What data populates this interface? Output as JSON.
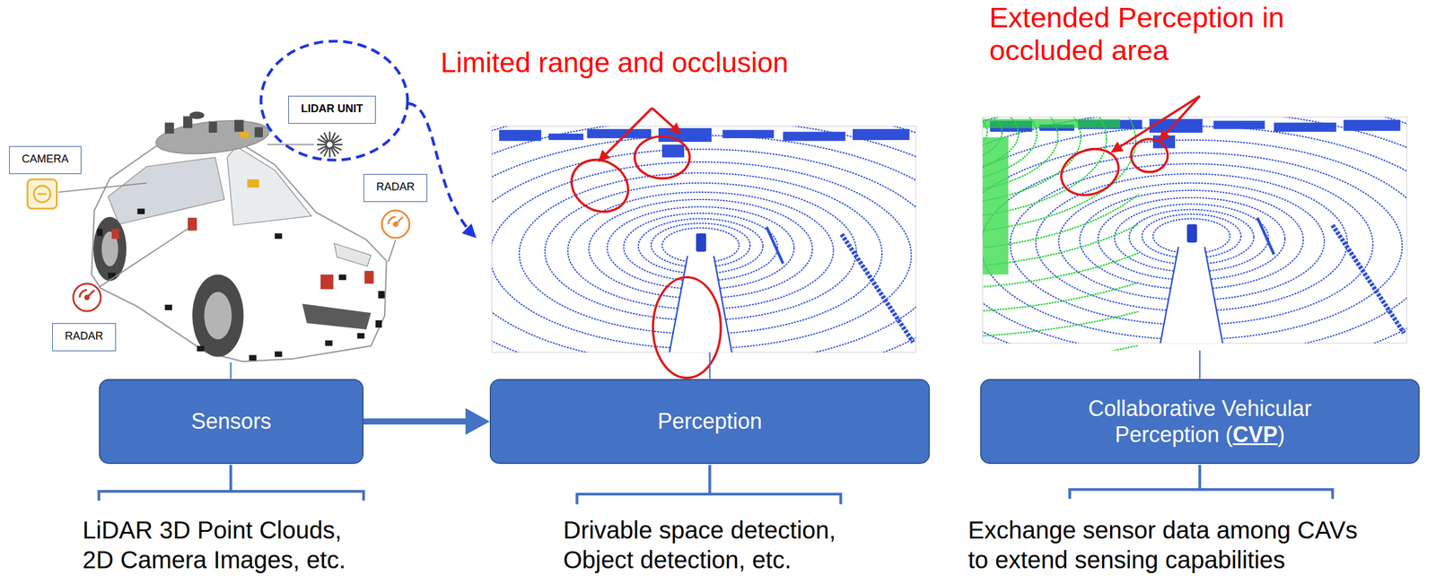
{
  "diagram": {
    "nodes": [
      {
        "text": [
          "LIDAR UNIT"
        ]
      },
      {
        "text": [
          "CAMERA"
        ]
      },
      {
        "text": [
          "RADAR"
        ]
      },
      {
        "text": [
          "RADAR"
        ]
      },
      {
        "text": [
          "Sensors"
        ]
      },
      {
        "text": [
          "Perception"
        ]
      },
      {
        "text": [
          "Collaborative Vehicular Perception (CVP)"
        ]
      }
    ],
    "edges": [
      {
        "from": 4,
        "to": 5,
        "arrow": "to"
      }
    ],
    "labels": [
      "Limited range and occlusion",
      "Extended Perception in occluded area",
      "LiDAR 3D Point Clouds, 2D Camera Images, etc.",
      "Drivable space detection, Object detection, etc.",
      "Exchange sensor data among CAVs to extend sensing capabilities"
    ]
  }
}
